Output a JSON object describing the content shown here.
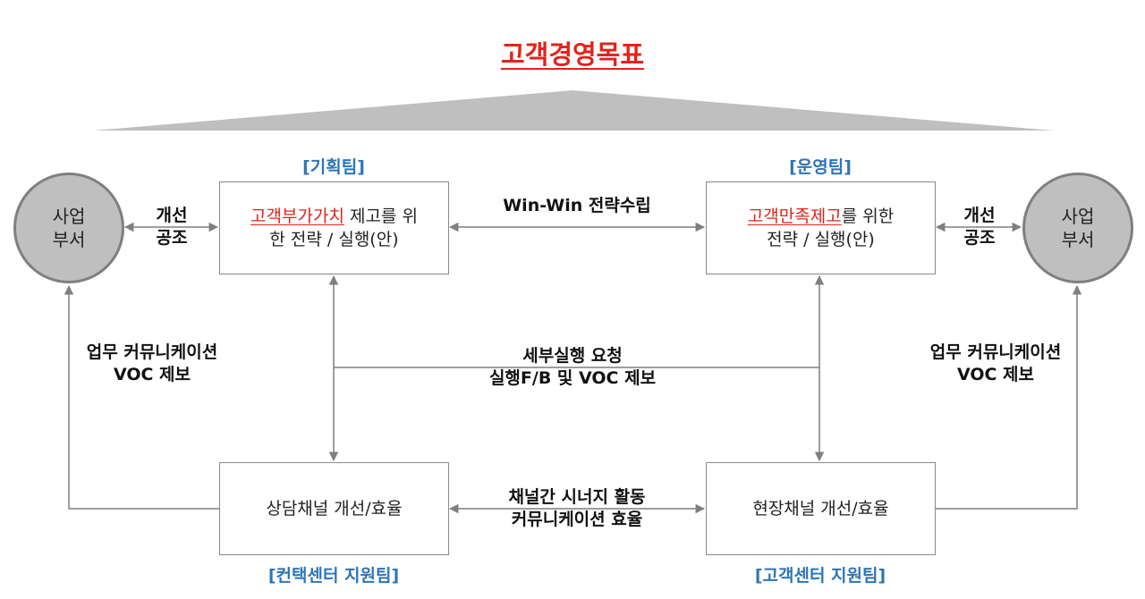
{
  "title": "고객경영목표",
  "left_circle": {
    "line1": "사업",
    "line2": "부서"
  },
  "right_circle": {
    "line1": "사업",
    "line2": "부서"
  },
  "planning": {
    "team": "[기획팀]",
    "highlight": "고객부가가치",
    "text_rest": " 제고를 위",
    "line2": "한 전략 / 실행(안)"
  },
  "operations": {
    "team": "[운영팀]",
    "highlight": "고객만족제고",
    "text_rest": "를 위한",
    "line2": "전략 / 실행(안)"
  },
  "contact": {
    "team": "[컨택센터 지원팀]",
    "text": "상담채널 개선/효율"
  },
  "field": {
    "team": "[고객센터 지원팀]",
    "text": "현장채널 개선/효율"
  },
  "labels": {
    "left_coop": {
      "line1": "개선",
      "line2": "공조"
    },
    "right_coop": {
      "line1": "개선",
      "line2": "공조"
    },
    "win_win": "Win-Win 전략수립",
    "center_line1": "세부실행 요청",
    "center_line2": "실행F/B 및 VOC 제보",
    "bottom_line1": "채널간 시너지 활동",
    "bottom_line2": "커뮤니케이션 효율",
    "left_comm_line1": "업무 커뮤니케이션",
    "left_comm_line2": "VOC 제보",
    "right_comm_line1": "업무 커뮤니케이션",
    "right_comm_line2": "VOC 제보"
  },
  "colors": {
    "accent_red": "#e2231a",
    "team_blue": "#2e75b6",
    "roof_gray": "#bfbfbf",
    "circle_fill": "#bfbfbf"
  }
}
